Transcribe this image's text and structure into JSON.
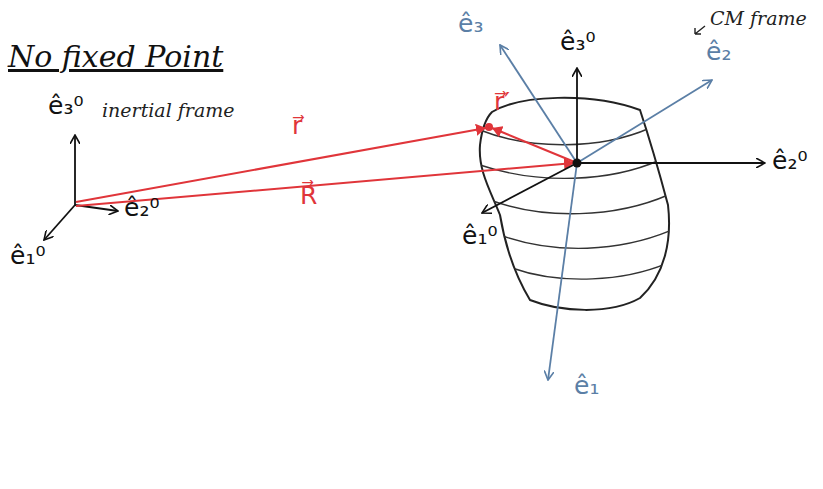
{
  "diagram": {
    "title": "No fixed Point",
    "labels": [
      "inertial frame",
      "CM frame",
      "ê₃⁰",
      "ê₂⁰",
      "ê₁⁰",
      "r⃗",
      "R⃗",
      "r⃗′",
      "ê₃⁰",
      "ê₂⁰",
      "ê₁⁰",
      "ê₃",
      "ê₂",
      "ê₁"
    ]
  }
}
